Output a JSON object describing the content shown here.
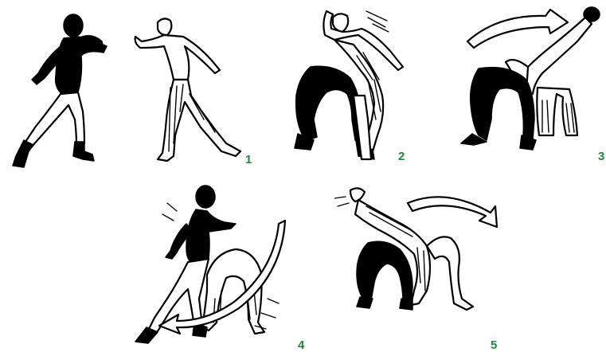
{
  "panels": [
    {
      "label": "1",
      "figures": [
        "dark-fighter-stance",
        "light-fighter-stance"
      ],
      "number_color": "#1e8a3a"
    },
    {
      "label": "2",
      "figures": [
        "dark-fighter-crouch",
        "light-fighter-kick"
      ],
      "number_color": "#1e8a3a"
    },
    {
      "label": "3",
      "figures": [
        "dark-fighter-bent",
        "light-fighter-handstand"
      ],
      "motion_arrow": "arrow-right-icon",
      "number_color": "#1e8a3a"
    },
    {
      "label": "4",
      "figures": [
        "dark-fighter-sweep",
        "light-fighter-bent"
      ],
      "motion_arrow": "arrow-left-icon",
      "number_color": "#1e8a3a"
    },
    {
      "label": "5",
      "figures": [
        "dark-fighter-crouch",
        "light-fighter-cartwheel"
      ],
      "motion_arrow": "arrow-curve-icon",
      "number_color": "#1e8a3a"
    }
  ]
}
